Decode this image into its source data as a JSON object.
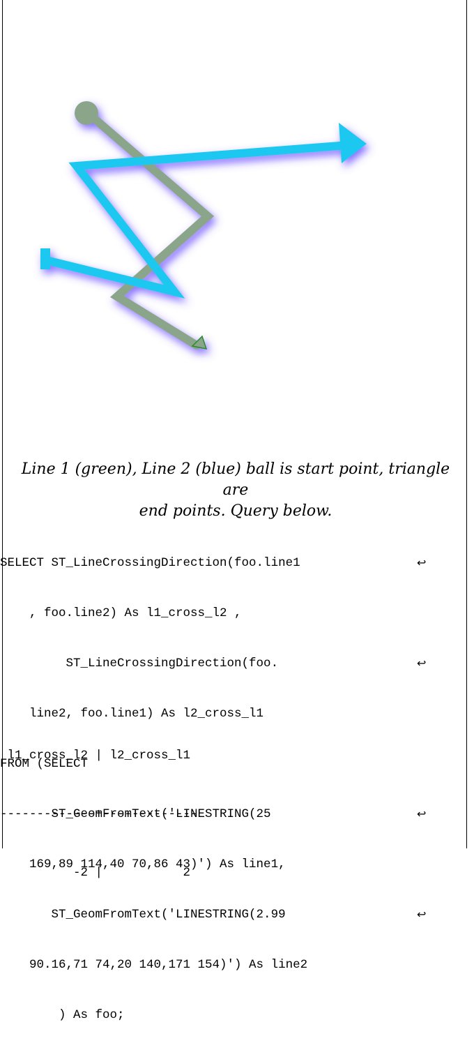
{
  "figure": {
    "line1_color": "#8aa58a",
    "line2_color": "#1ec8f0",
    "glow_color": "#5a3cff",
    "start_marker": "ball",
    "end_marker": "triangle"
  },
  "caption": {
    "line1": "Line 1 (green), Line 2 (blue) ball is start point, triangle are",
    "line2": "end points. Query below."
  },
  "code": {
    "lines": [
      "SELECT ST_LineCrossingDirection(foo.line1",
      "    , foo.line2) As l1_cross_l2 ,",
      "         ST_LineCrossingDirection(foo.",
      "    line2, foo.line1) As l2_cross_l1",
      "FROM (SELECT",
      "       ST_GeomFromText('LINESTRING(25 ",
      "    169,89 114,40 70,86 43)') As line1,",
      "       ST_GeomFromText('LINESTRING(2.99",
      "    90.16,71 74,20 140,171 154)') As line2",
      "        ) As foo;"
    ],
    "continuation_glyph": "↩"
  },
  "result": {
    "header": " l1_cross_l2 | l2_cross_l1",
    "separator": "-------------+-------------",
    "row": "          -2 |           2"
  }
}
